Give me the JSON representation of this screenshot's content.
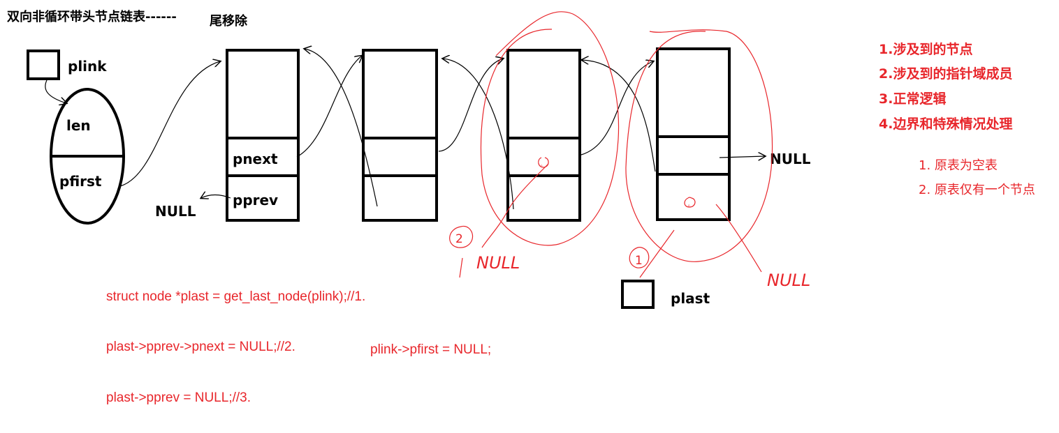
{
  "title": {
    "main": "双向非循环带头节点链表------",
    "suffix": "尾移除"
  },
  "head": {
    "plink_label": "plink",
    "len_label": "len",
    "pfirst_label": "pfirst"
  },
  "nodes": {
    "pnext_label": "pnext",
    "pprev_label": "pprev",
    "null_left": "NULL",
    "null_right": "NULL"
  },
  "plast_label": "plast",
  "handwritten": {
    "null_a": "NULL",
    "null_b": "NULL",
    "circle_1": "1",
    "circle_2": "2",
    "zero_a": "0",
    "zero_b": "0"
  },
  "notes": [
    "1.涉及到的节点",
    "2.涉及到的指针域成员",
    "3.正常逻辑",
    "4.边界和特殊情况处理"
  ],
  "cases": [
    "1. 原表为空表",
    "2. 原表仅有一个节点"
  ],
  "code": [
    "struct node *plast = get_last_node(plink);//1.",
    "plast->pprev->pnext = NULL;//2.",
    "plast->pprev = NULL;//3."
  ],
  "code_extra": "plink->pfirst = NULL;",
  "colors": {
    "ink": "#000000",
    "annotation": "#e8262b"
  }
}
